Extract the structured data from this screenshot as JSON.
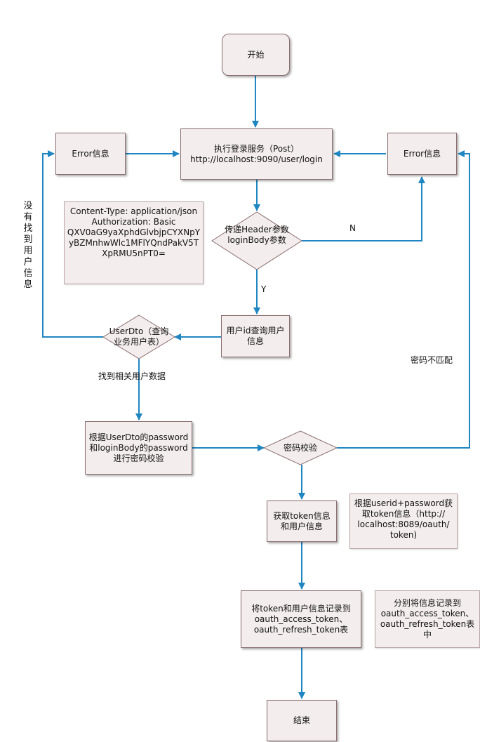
{
  "nodes": {
    "start": "开始",
    "login": "执行登录服务（Post）\nhttp://localhost:9090/user/login",
    "error_left": "Error信息",
    "error_right": "Error信息",
    "check_params": "传递Header参数\nloginBody参数",
    "query_user": "用户id查询用户\n信息",
    "userdto": "UserDto（查询\n业务用户表）",
    "validate": "根据UserDto的password\n和loginBody的password\n进行密码校验",
    "pwd_check": "密码校验",
    "get_token": "获取token信息\n和用户信息",
    "record": "将token和用户信息记录到\noauth_access_token、\noauth_refresh_token表",
    "end": "结束"
  },
  "notes": {
    "headers": "Content-Type: application/json\nAuthorization: Basic\nQXV0aG9yaXphdGlvbjpCYXNpY\nyBZMnhwWlc1MFlYQndPakV5T\nXpRMU5nPT0=",
    "token_api": "根据userid+password获\n取token信息（http://\nlocalhost:8089/oauth/\ntoken)",
    "record_note": "分别将信息记录到\noauth_access_token、\noauth_refresh_token表中"
  },
  "edge_labels": {
    "no": "N",
    "yes": "Y",
    "not_found": "没有找到用户信息",
    "found": "找到相关用户数据",
    "mismatch": "密码不匹配"
  },
  "colors": {
    "arrow": "#1f86c2",
    "node_fill": "#f4eded",
    "node_border": "#8a6e70"
  }
}
